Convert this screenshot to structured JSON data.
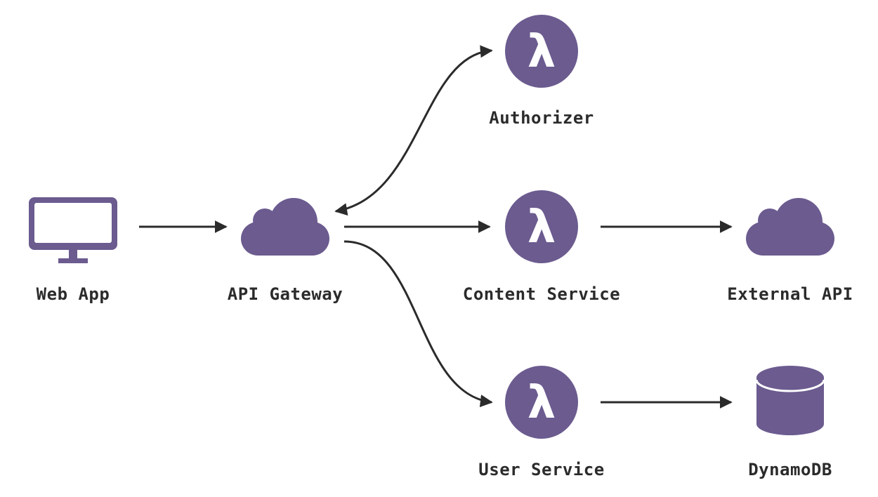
{
  "nodes": {
    "web_app": {
      "label": "Web App",
      "icon": "monitor-icon"
    },
    "api_gateway": {
      "label": "API Gateway",
      "icon": "cloud-icon"
    },
    "authorizer": {
      "label": "Authorizer",
      "icon": "lambda-icon",
      "glyph": "λ"
    },
    "content_service": {
      "label": "Content Service",
      "icon": "lambda-icon",
      "glyph": "λ"
    },
    "user_service": {
      "label": "User Service",
      "icon": "lambda-icon",
      "glyph": "λ"
    },
    "external_api": {
      "label": "External API",
      "icon": "cloud-icon"
    },
    "dynamodb": {
      "label": "DynamoDB",
      "icon": "database-icon"
    }
  },
  "edges": [
    {
      "from": "Web App",
      "to": "API Gateway"
    },
    {
      "from": "API Gateway",
      "to": "Authorizer",
      "bidirectional": true
    },
    {
      "from": "API Gateway",
      "to": "Content Service"
    },
    {
      "from": "API Gateway",
      "to": "User Service"
    },
    {
      "from": "Content Service",
      "to": "External API"
    },
    {
      "from": "User Service",
      "to": "DynamoDB"
    }
  ],
  "colors": {
    "icon": "#6b5b8f",
    "edge": "#2b2b2b",
    "label": "#2b2b2b",
    "background": "#ffffff"
  }
}
